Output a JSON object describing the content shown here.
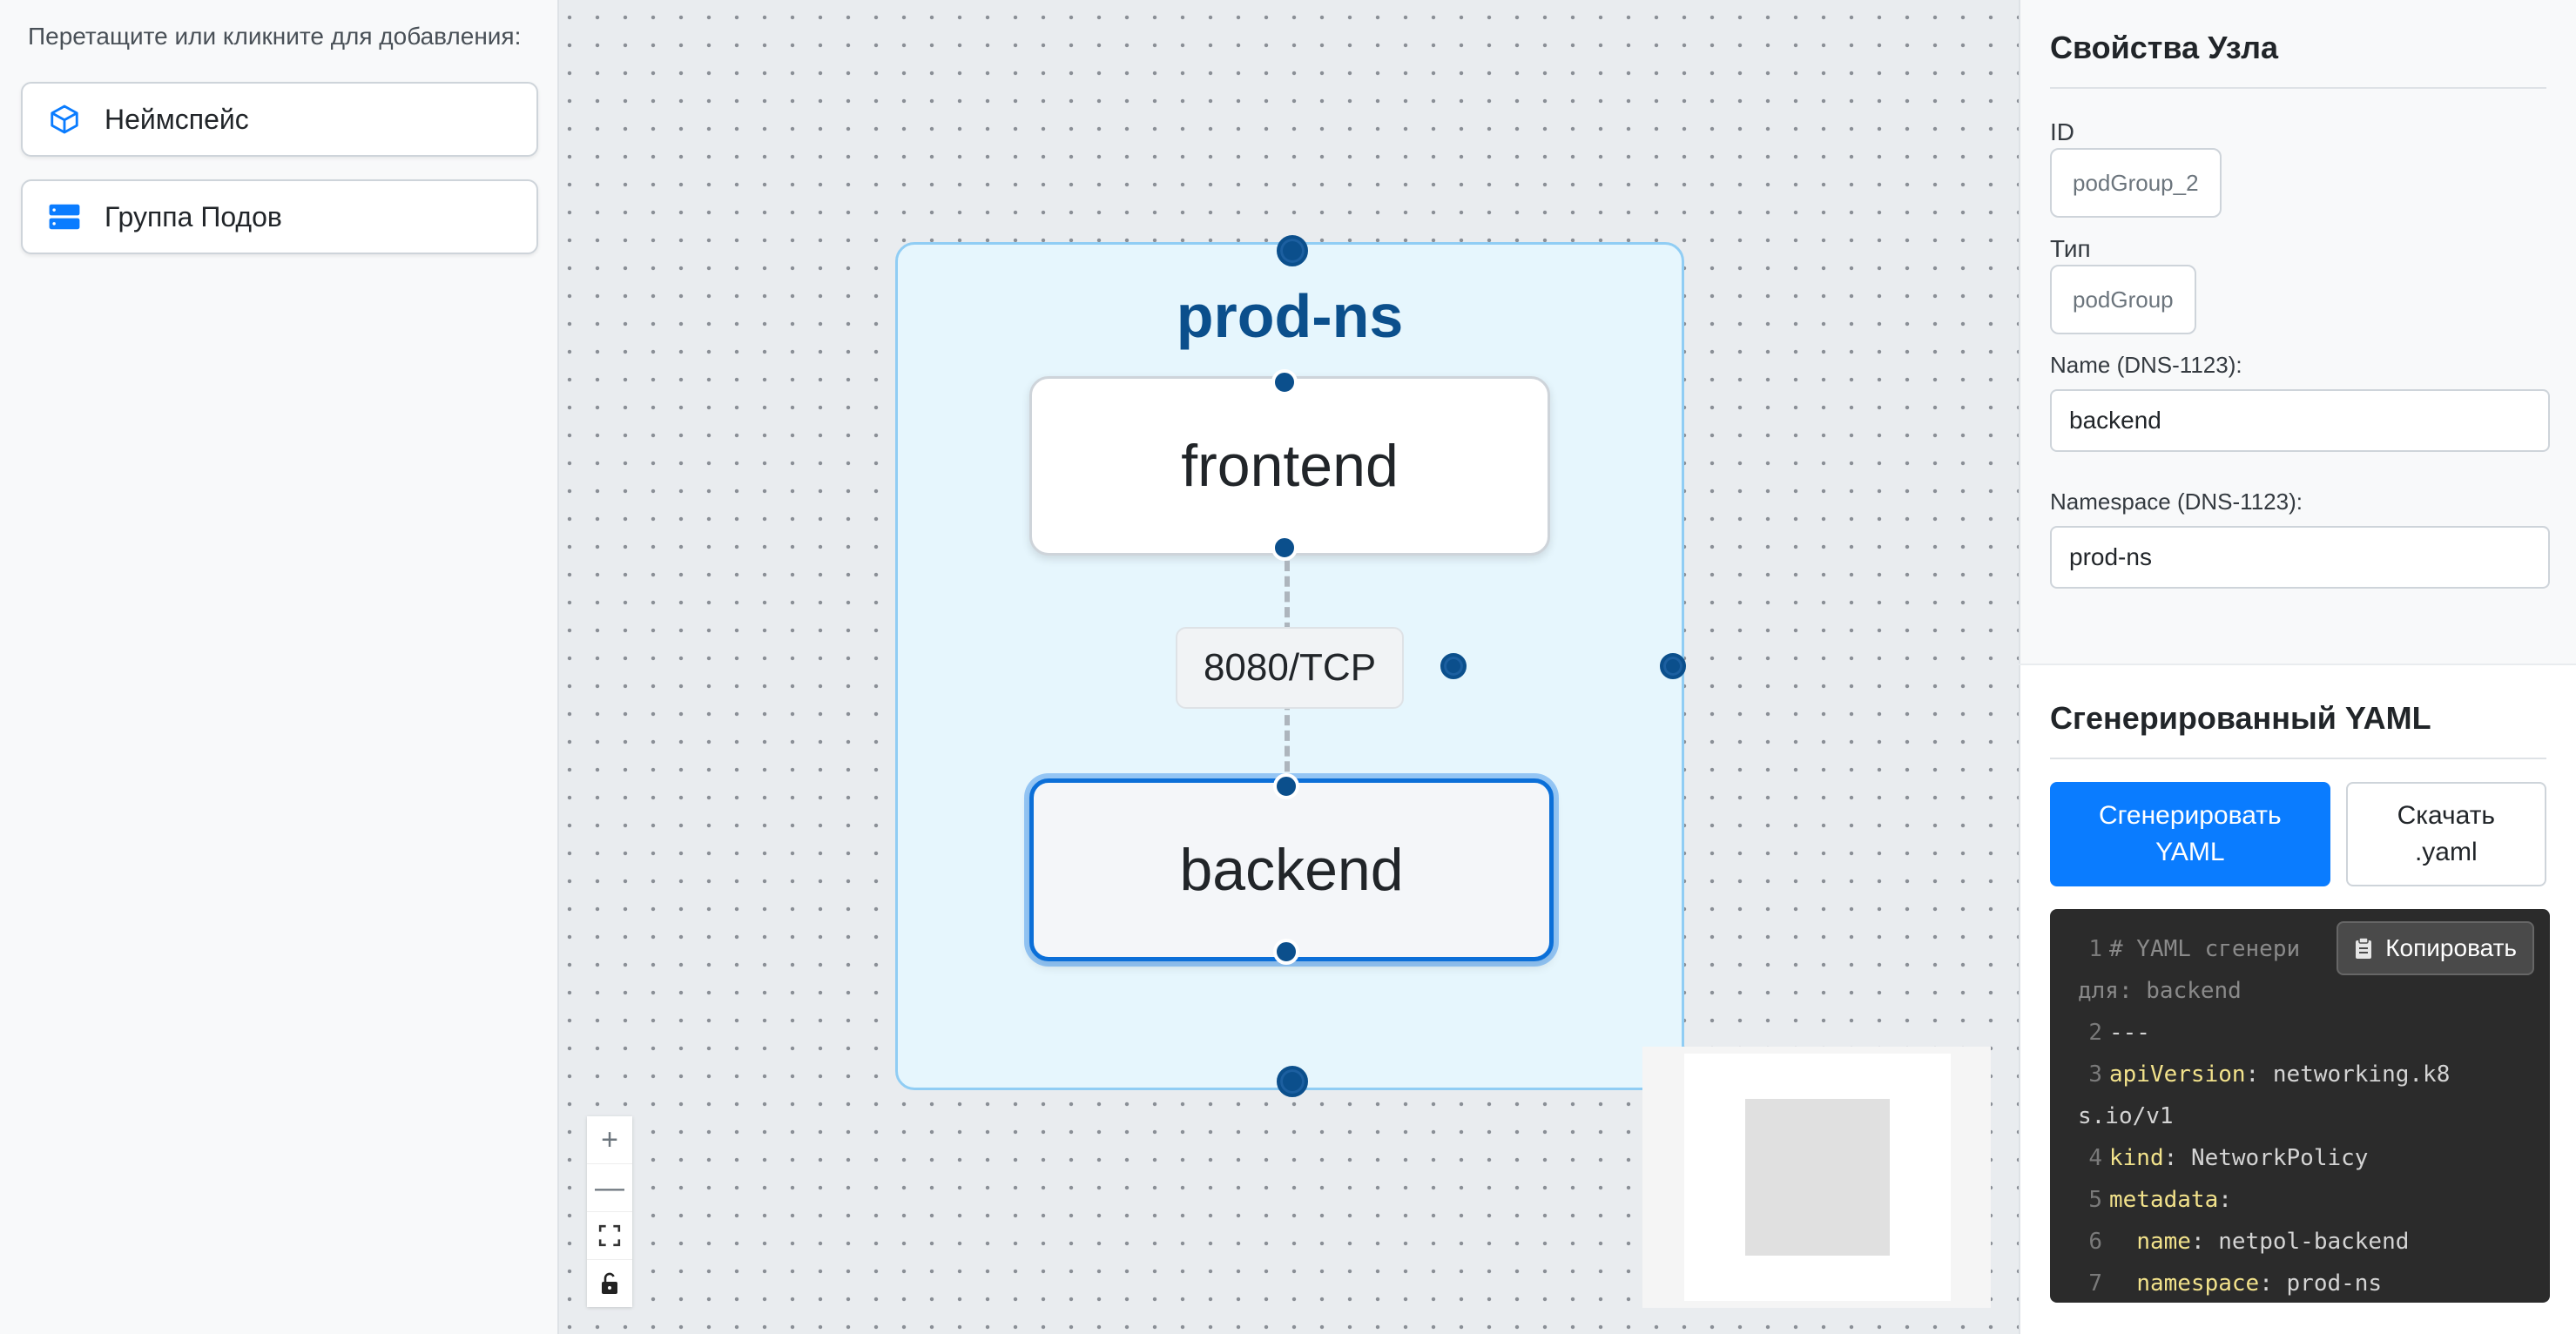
{
  "palette": {
    "hint": "Перетащите или кликните для добавления:",
    "items": [
      {
        "label": "Неймспейс",
        "icon": "cube-icon"
      },
      {
        "label": "Группа Подов",
        "icon": "server-stack-icon"
      }
    ]
  },
  "canvas": {
    "namespace_title": "prod-ns",
    "nodes": [
      {
        "label": "frontend"
      },
      {
        "label": "backend",
        "selected": true
      }
    ],
    "edge_label": "8080/TCP",
    "controls": [
      "+",
      "—",
      "⛶",
      "🔓"
    ]
  },
  "properties": {
    "title": "Свойства Узла",
    "id_label": "ID",
    "id_value": "podGroup_2",
    "type_label": "Тип",
    "type_value": "podGroup",
    "name_label": "Name (DNS-1123):",
    "name_value": "backend",
    "namespace_label": "Namespace (DNS-1123):",
    "namespace_value": "prod-ns"
  },
  "yaml": {
    "title": "Сгенерированный YAML",
    "generate_line1": "Сгенерировать",
    "generate_line2": "YAML",
    "download_line1": "Скачать",
    "download_line2": ".yaml",
    "copy_label": "Копировать",
    "lines": [
      {
        "n": "1",
        "comment": "# YAML сгенери",
        "cont": "для: backend"
      },
      {
        "n": "2",
        "text": "---"
      },
      {
        "n": "3",
        "key": "apiVersion",
        "value": "networking.k8",
        "cont": "s.io/v1"
      },
      {
        "n": "4",
        "key": "kind",
        "value": "NetworkPolicy"
      },
      {
        "n": "5",
        "key": "metadata",
        "value": ""
      },
      {
        "n": "6",
        "key": "name",
        "value": "netpol-backend",
        "indent": true
      },
      {
        "n": "7",
        "key": "namespace",
        "value": "prod-ns",
        "indent": true
      }
    ]
  },
  "colors": {
    "accent": "#0a7cff",
    "namespace_fill": "#e6f6fd",
    "namespace_border": "#90cdf4",
    "handle": "#0b4f8c",
    "code_bg": "#2b2b2b"
  }
}
